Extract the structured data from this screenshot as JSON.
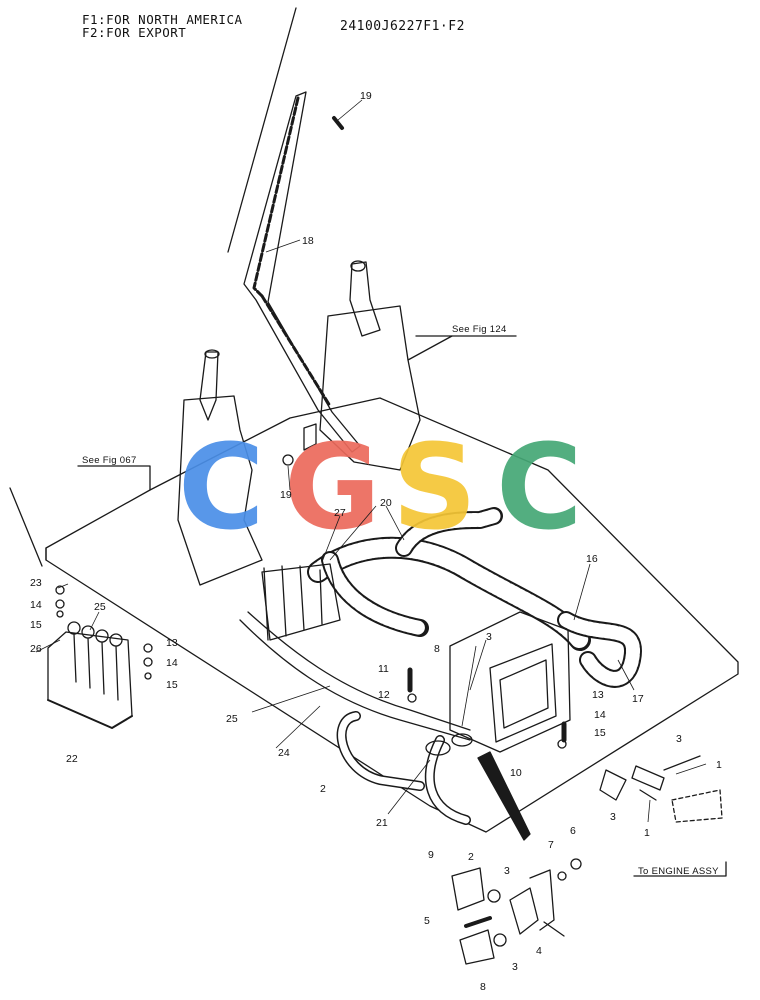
{
  "header": {
    "note_f1": "F1:FOR NORTH AMERICA",
    "note_f2": "F2:FOR EXPORT",
    "part_number": "24100J6227F1·F2"
  },
  "watermark": {
    "letters": [
      "C",
      "G",
      "S",
      "C"
    ],
    "colors": [
      "#4a8fe8",
      "#ec6a5c",
      "#f5c636",
      "#45a876"
    ]
  },
  "references": {
    "fig124": "See Fig 124",
    "fig067": "See Fig 067",
    "engine": "To ENGINE ASSY"
  },
  "callouts": {
    "n19a": "19",
    "n18": "18",
    "n19b": "19",
    "n20": "20",
    "n27": "27",
    "n16": "16",
    "n17": "17",
    "n23": "23",
    "n14a": "14",
    "n15a": "15",
    "n25a": "25",
    "n26": "26",
    "n13a": "13",
    "n14b": "14",
    "n15b": "15",
    "n22": "22",
    "n11": "11",
    "n12": "12",
    "n8a": "8",
    "n3a": "3",
    "n25b": "25",
    "n24": "24",
    "n2a": "2",
    "n21": "21",
    "n9": "9",
    "n10": "10",
    "n13b": "13",
    "n14c": "14",
    "n15c": "15",
    "n3b": "3",
    "n1a": "1",
    "n3c": "3",
    "n1b": "1",
    "n7": "7",
    "n6": "6",
    "n2b": "2",
    "n3d": "3",
    "n5": "5",
    "n4": "4",
    "n3e": "3",
    "n8b": "8"
  }
}
